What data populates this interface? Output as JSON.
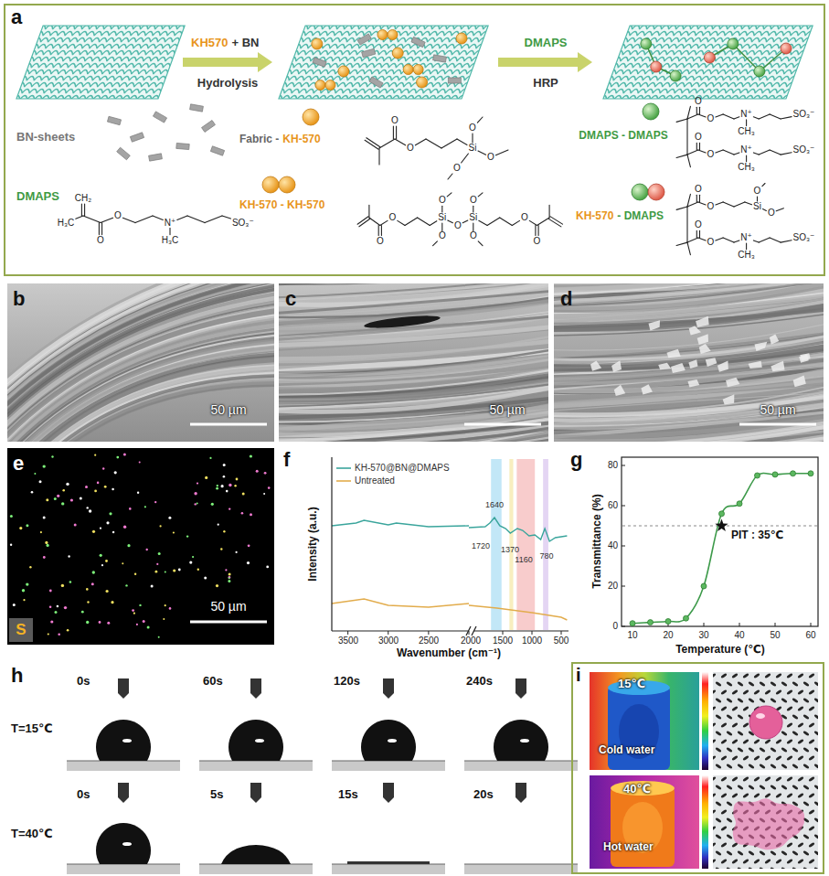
{
  "diagram": {
    "nodes": [
      {
        "text": [
          "a"
        ]
      },
      {
        "text": [
          "S"
        ]
      },
      {
        "text": [
          "i"
        ]
      }
    ],
    "labels": [
      "KH570",
      "+ BN",
      "Hydrolysis",
      "DMAPS",
      "HRP",
      "BN-sheets",
      "DMAPS",
      "Fabric -",
      "KH-570",
      "KH-570 - KH-570",
      "DMAPS - DMAPS",
      "KH-570",
      "- DMAPS",
      "b",
      "c",
      "d",
      "50 µm",
      "50 µm",
      "50 µm",
      "e",
      "50 µm",
      "f",
      "1640",
      "1720",
      "1370",
      "1160",
      "780",
      "3500",
      "3000",
      "2500",
      "2000",
      "1500",
      "1000",
      "500",
      "Intensity (a.u.)",
      "Wavenumber (cm⁻¹)",
      "g",
      "0",
      "20",
      "40",
      "60",
      "80",
      "10",
      "20",
      "30",
      "40",
      "50",
      "60",
      "Transmittance (%)",
      "Temperature (℃)",
      "PIT : 35℃",
      "h",
      "0s",
      "60s",
      "120s",
      "240s",
      "T=15℃",
      "0s",
      "5s",
      "15s",
      "20s",
      "T=40℃",
      "15℃",
      "Cold water",
      "40℃",
      "Hot water",
      "H₃C",
      "CH₂",
      "O",
      "O",
      "N⁺",
      "H₃C",
      "SO₃⁻",
      "O",
      "O",
      "Si",
      "O",
      "O",
      "O",
      "O",
      "O",
      "Si",
      "O",
      "O",
      "O",
      "Si",
      "O",
      "O",
      "O",
      "O",
      "O",
      "O",
      "N⁺",
      "CH₃",
      "SO₃⁻",
      "O",
      "O",
      "N⁺",
      "CH₃",
      "SO₃⁻",
      "O",
      "O",
      "Si",
      "O",
      "O",
      "O",
      "O",
      "N⁺",
      "CH₃",
      "SO₃⁻"
    ],
    "legend": [
      {
        "text": "KH-570@BN@DMAPS"
      },
      {
        "text": "Untreated"
      }
    ]
  }
}
